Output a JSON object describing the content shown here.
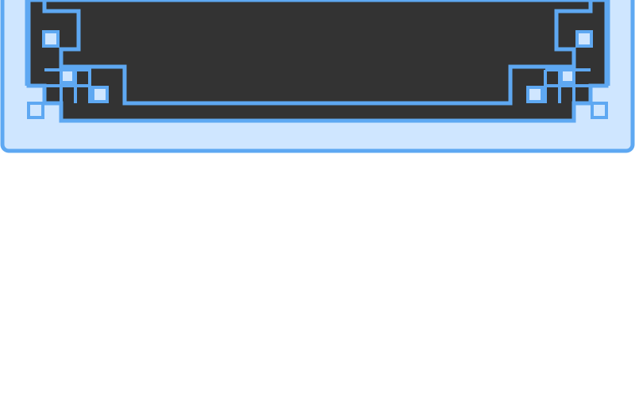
{
  "frame": {
    "colors": {
      "outer_fill": "#cfe6ff",
      "stroke": "#5ea8f2",
      "inner_panel": "#333333",
      "square_fill": "#cfe6ff",
      "background": "#ffffff"
    },
    "pattern": "chinese-lattice-corner",
    "icons": [
      "lattice-corner-left",
      "lattice-corner-right"
    ]
  }
}
